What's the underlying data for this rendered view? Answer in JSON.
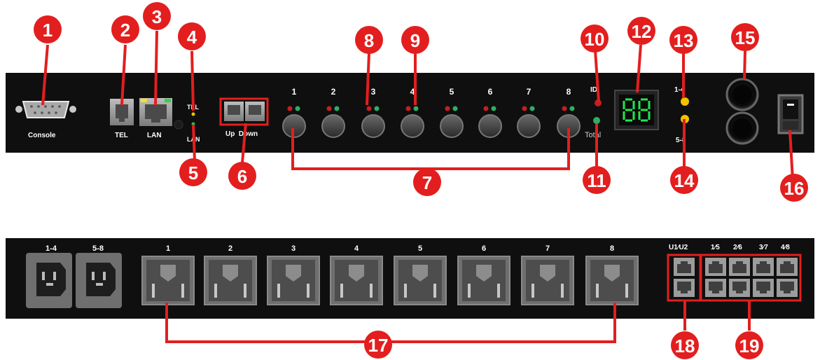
{
  "colors": {
    "panel": "#0f0f10",
    "callout": "#e31e1e",
    "port": "#9a9a9a",
    "outlet": "#6f6f6f",
    "segment_green": "#1ee84a",
    "yellow_led": "#f2c200"
  },
  "callouts": [
    "1",
    "2",
    "3",
    "4",
    "5",
    "6",
    "7",
    "8",
    "9",
    "10",
    "11",
    "12",
    "13",
    "14",
    "15",
    "16",
    "17",
    "18",
    "19"
  ],
  "front": {
    "console": "Console",
    "tel": "TEL",
    "lan": "LAN",
    "led_tel": "TEL",
    "led_lan": "LAN",
    "up_down": "Up  Down",
    "outlet_numbers": [
      "1",
      "2",
      "3",
      "4",
      "5",
      "6",
      "7",
      "8"
    ],
    "id_label": "ID",
    "total_label": "Total",
    "bank_1_4": "1-4",
    "bank_5_8": "5-8"
  },
  "rear": {
    "inlet_labels": [
      "1-4",
      "5-8"
    ],
    "outlet_numbers": [
      "1",
      "2",
      "3",
      "4",
      "5",
      "6",
      "7",
      "8"
    ],
    "u_port_label": "U1⁄U2",
    "sensor_port_labels": [
      "1⁄5",
      "2⁄6",
      "3⁄7",
      "4⁄8"
    ]
  },
  "icons": [
    "db9-connector-icon",
    "rj11-port-icon",
    "rj45-port-icon",
    "power-button-icon",
    "seven-segment-display-icon",
    "breaker-icon",
    "rocker-switch-icon",
    "iec-inlet-icon",
    "iec-outlet-icon"
  ]
}
